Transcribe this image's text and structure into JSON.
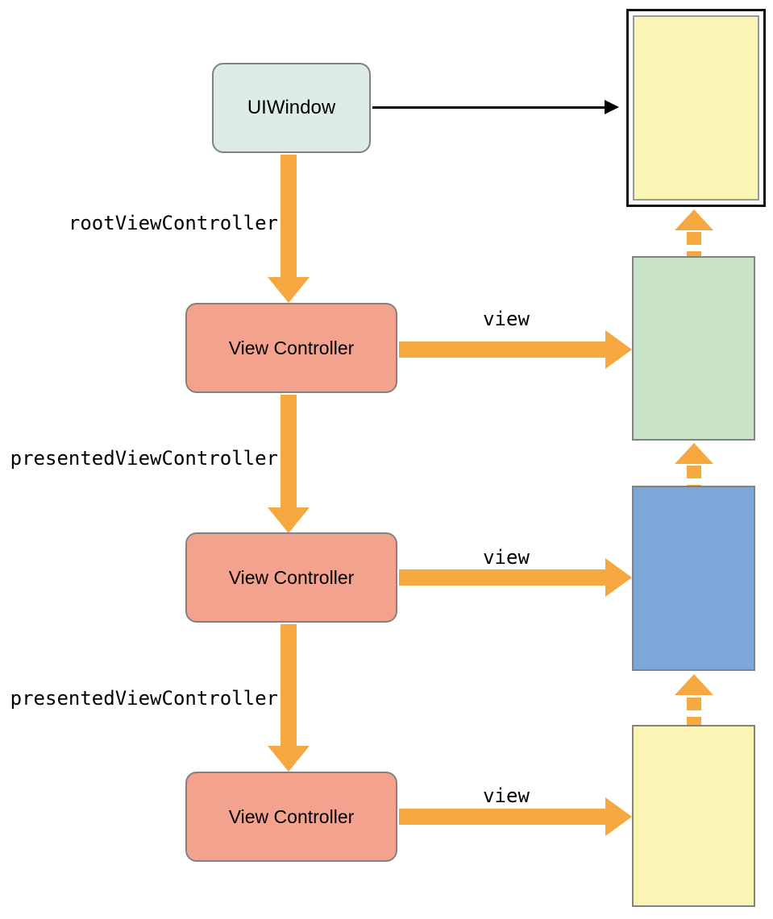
{
  "colors": {
    "arrow_orange": "#F6A840",
    "window_fill": "#DDEBE9",
    "controller_fill": "#F2A28D",
    "view_green": "#C9E3C9",
    "view_blue": "#7BA7D9",
    "view_yellow": "#FBF5B5",
    "box_border": "#828282",
    "screen_frame_border": "#111111",
    "screen_inner_border": "#999999",
    "black_arrow": "#000000"
  },
  "nodes": {
    "uiwindow": {
      "label": "UIWindow"
    },
    "view_controller_1": {
      "label": "View Controller"
    },
    "view_controller_2": {
      "label": "View Controller"
    },
    "view_controller_3": {
      "label": "View Controller"
    },
    "device_screen": {
      "fill": "#FBF5B5"
    },
    "view_green": {
      "fill": "#C9E3C9"
    },
    "view_blue": {
      "fill": "#7BA7D9"
    },
    "view_yellow": {
      "fill": "#FBF5B5"
    }
  },
  "connections": {
    "window_to_screen": {
      "label": "",
      "style": "black-solid"
    },
    "root_view_controller": {
      "label": "rootViewController",
      "style": "orange-solid"
    },
    "presented_view_controller_1": {
      "label": "presentedViewController",
      "style": "orange-solid"
    },
    "presented_view_controller_2": {
      "label": "presentedViewController",
      "style": "orange-solid"
    },
    "view_1": {
      "label": "view",
      "style": "orange-solid"
    },
    "view_2": {
      "label": "view",
      "style": "orange-solid"
    },
    "view_3": {
      "label": "view",
      "style": "orange-solid"
    },
    "green_view_to_screen": {
      "style": "orange-dashed-up"
    },
    "blue_view_to_green_view": {
      "style": "orange-dashed-up"
    },
    "yellow_view_to_blue_view": {
      "style": "orange-dashed-up"
    }
  }
}
